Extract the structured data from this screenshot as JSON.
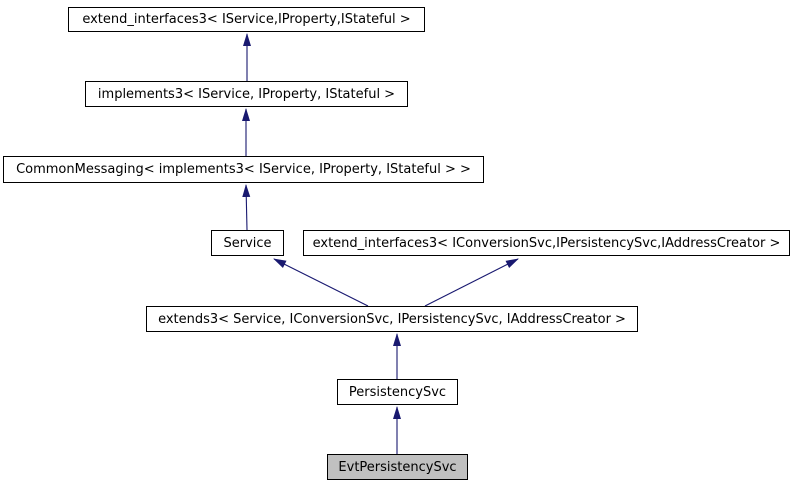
{
  "diagram": {
    "type": "class-inheritance-graph",
    "description": "Inheritance diagram for EvtPersistencySvc",
    "colors": {
      "edge": "#191970",
      "node_border": "#000000",
      "node_fill": "#ffffff",
      "current_node_fill": "#c0c0c0",
      "background": "#ffffff"
    },
    "nodes": [
      {
        "id": "extend_interfaces3_iservice",
        "label": "extend_interfaces3< IService,IProperty,IStateful >",
        "current": false
      },
      {
        "id": "implements3",
        "label": "implements3< IService, IProperty, IStateful >",
        "current": false
      },
      {
        "id": "common_messaging",
        "label": "CommonMessaging< implements3< IService, IProperty, IStateful > >",
        "current": false
      },
      {
        "id": "service",
        "label": "Service",
        "current": false
      },
      {
        "id": "extend_interfaces3_iconversionsvc",
        "label": "extend_interfaces3< IConversionSvc,IPersistencySvc,IAddressCreator >",
        "current": false
      },
      {
        "id": "extends3",
        "label": "extends3< Service, IConversionSvc, IPersistencySvc, IAddressCreator >",
        "current": false
      },
      {
        "id": "persistency_svc",
        "label": "PersistencySvc",
        "current": false
      },
      {
        "id": "evt_persistency_svc",
        "label": "EvtPersistencySvc",
        "current": true
      }
    ],
    "edges": [
      {
        "from": "implements3",
        "to": "extend_interfaces3_iservice"
      },
      {
        "from": "common_messaging",
        "to": "implements3"
      },
      {
        "from": "service",
        "to": "common_messaging"
      },
      {
        "from": "extends3",
        "to": "service"
      },
      {
        "from": "extends3",
        "to": "extend_interfaces3_iconversionsvc"
      },
      {
        "from": "persistency_svc",
        "to": "extends3"
      },
      {
        "from": "evt_persistency_svc",
        "to": "persistency_svc"
      }
    ]
  }
}
